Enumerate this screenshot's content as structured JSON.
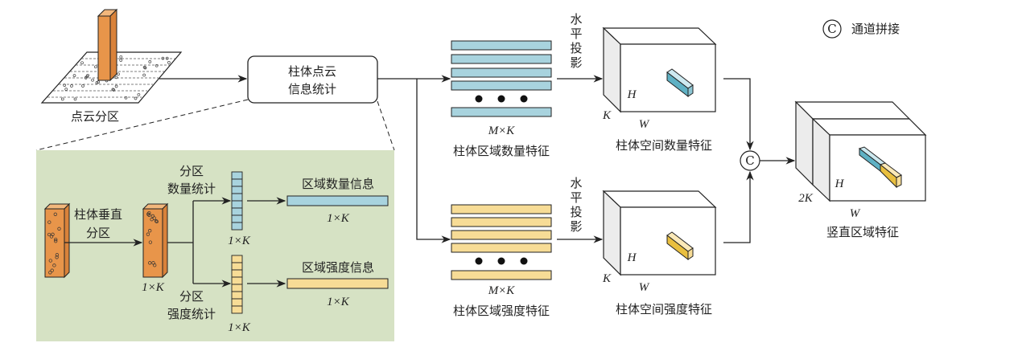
{
  "colors": {
    "panel": "#d6e2c4",
    "count": "#a8d3de",
    "intensity": "#f7dc96",
    "pillar": "#e8954a"
  },
  "top": {
    "partition_label": "点云分区",
    "stats_box": [
      "柱体点云",
      "信息统计"
    ],
    "count_features": {
      "dim": "M×K",
      "label": "柱体区域数量特征"
    },
    "intensity_features": {
      "dim": "M×K",
      "label": "柱体区域强度特征"
    },
    "projection": [
      "水",
      "平",
      "投",
      "影"
    ],
    "spatial_count": {
      "H": "H",
      "K": "K",
      "W": "W",
      "label": "柱体空间数量特征"
    },
    "spatial_intensity": {
      "H": "H",
      "K": "K",
      "W": "W",
      "label": "柱体空间强度特征"
    },
    "concat_symbol": "C",
    "vertical_feature": {
      "H": "H",
      "K": "2K",
      "W": "W",
      "label": "竖直区域特征"
    },
    "legend": {
      "symbol": "C",
      "label": "通道拼接"
    }
  },
  "detail": {
    "vertical_partition": [
      "柱体垂直",
      "分区"
    ],
    "pillar_dim": "1×K",
    "count_stat": [
      "分区",
      "数量统计"
    ],
    "count_vec_dim": "1×K",
    "count_info": {
      "label": "区域数量信息",
      "dim": "1×K"
    },
    "intensity_stat": [
      "分区",
      "强度统计"
    ],
    "intensity_vec_dim": "1×K",
    "intensity_info": {
      "label": "区域强度信息",
      "dim": "1×K"
    }
  }
}
